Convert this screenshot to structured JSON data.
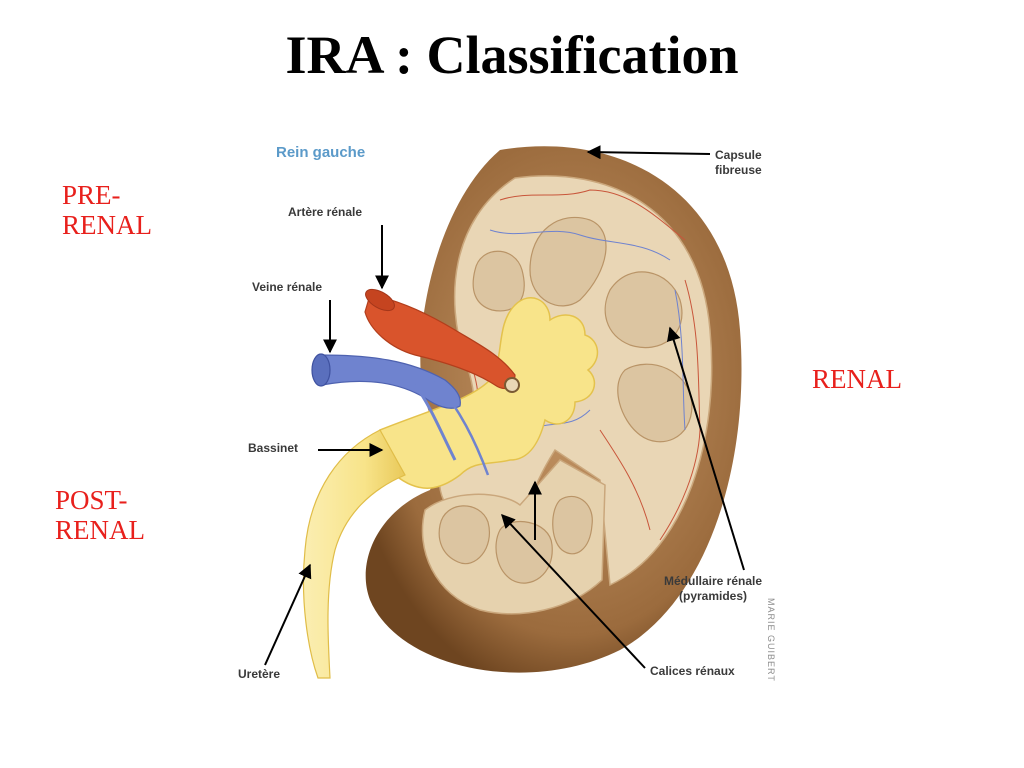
{
  "slide": {
    "title": "IRA : Classification",
    "categories": {
      "prerenal": [
        "PRE-",
        "RENAL"
      ],
      "renal": "RENAL",
      "postrenal": [
        "POST-",
        "RENAL"
      ]
    },
    "category_color": "#e8201c"
  },
  "figure": {
    "heading": "Rein gauche",
    "heading_color": "#5b9ac9",
    "labels": {
      "artere": "Artère rénale",
      "veine": "Veine rénale",
      "bassinet": "Bassinet",
      "uretere": "Uretère",
      "capsule": [
        "Capsule",
        "fibreuse"
      ],
      "medullaire": [
        "Médullaire rénale",
        "(pyramides)"
      ],
      "calices": "Calices rénaux"
    },
    "signature": "MARIE GUIBERT",
    "colors": {
      "capsule": "#9b6b3d",
      "cortex": "#e9d6b5",
      "pyramids": "#dcc5a1",
      "pelvis": "#f8e48a",
      "artery": "#d9542c",
      "vein": "#6f83cf"
    }
  }
}
